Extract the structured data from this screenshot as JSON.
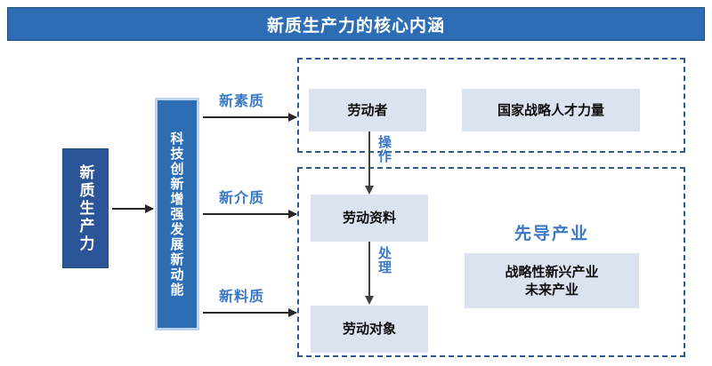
{
  "banner": {
    "title": "新质生产力的核心内涵",
    "bg_color": "#2E6DB4",
    "text_color": "#FFFFFF"
  },
  "source": {
    "label": "新质生产力",
    "bg_color": "#2B5597"
  },
  "driver": {
    "label": "科技创新增强发展新动能",
    "bg_color": "#2E6DB4",
    "border_color": "#BDD3EB"
  },
  "branches": [
    {
      "label": "新素质",
      "color": "#3B78C3"
    },
    {
      "label": "新介质",
      "color": "#3B78C3"
    },
    {
      "label": "新料质",
      "color": "#3B78C3"
    }
  ],
  "panels": {
    "border_color": "#2F5B8F",
    "top": {
      "chips": [
        {
          "label": "劳动者"
        },
        {
          "label": "国家战略人才力量"
        }
      ]
    },
    "bottom": {
      "chips": [
        {
          "label": "劳动资料"
        },
        {
          "label": "劳动对象"
        }
      ],
      "lead_title": "先导产业",
      "lead_title_color": "#3B78C3",
      "industry_line1": "战略性新兴产业",
      "industry_line2": "未来产业"
    }
  },
  "flow_labels": [
    {
      "label": "操作",
      "color": "#3B78C3"
    },
    {
      "label": "处理",
      "color": "#3B78C3"
    }
  ],
  "chip_bg_color": "#DCE3F0"
}
